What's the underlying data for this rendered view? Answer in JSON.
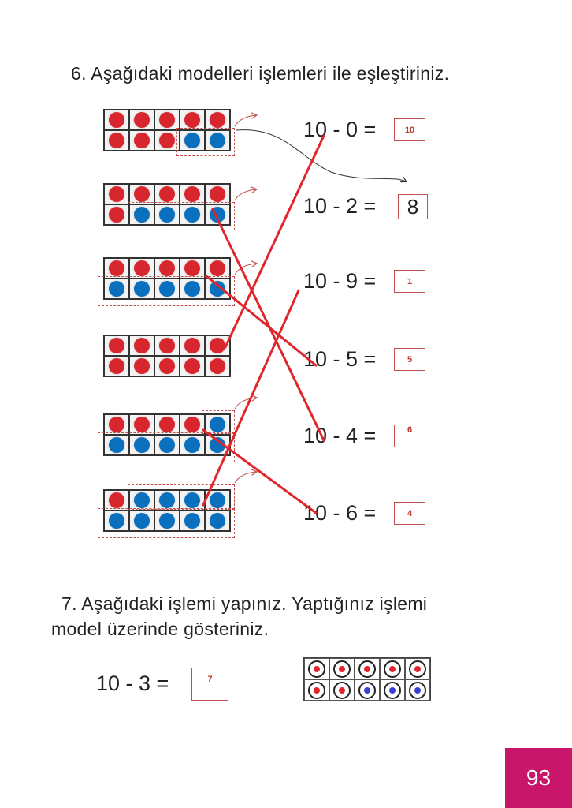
{
  "q6": {
    "title": "6. Aşağıdaki modelleri işlemleri ile eşleştiriniz."
  },
  "colors": {
    "red": "#d7262e",
    "blue": "#0a6fbd",
    "pen": "#e0262b",
    "page": "#c8176a"
  },
  "models": [
    {
      "cells": [
        "r",
        "r",
        "r",
        "r",
        "r",
        "r",
        "r",
        "r",
        "b",
        "b"
      ]
    },
    {
      "cells": [
        "r",
        "r",
        "r",
        "r",
        "r",
        "r",
        "b",
        "b",
        "b",
        "b"
      ]
    },
    {
      "cells": [
        "r",
        "r",
        "r",
        "r",
        "r",
        "b",
        "b",
        "b",
        "b",
        "b"
      ]
    },
    {
      "cells": [
        "r",
        "r",
        "r",
        "r",
        "r",
        "r",
        "r",
        "r",
        "r",
        "r"
      ]
    },
    {
      "cells": [
        "r",
        "r",
        "r",
        "r",
        "b",
        "b",
        "b",
        "b",
        "b",
        "b"
      ]
    },
    {
      "cells": [
        "r",
        "b",
        "b",
        "b",
        "b",
        "b",
        "b",
        "b",
        "b",
        "b"
      ]
    }
  ],
  "equations": [
    {
      "text": "10 - 0 =",
      "answer": "10"
    },
    {
      "text": "10 - 2 =",
      "answer": "8"
    },
    {
      "text": "10 - 9 =",
      "answer": "1"
    },
    {
      "text": "10 - 5 =",
      "answer": "5"
    },
    {
      "text": "10 - 4 =",
      "answer": "6"
    },
    {
      "text": "10 - 6 =",
      "answer": "4"
    }
  ],
  "q7": {
    "line1": "7. Aşağıdaki işlemi yapınız. Yaptığınız işlemi",
    "line2": "model üzerinde gösteriniz.",
    "equation": "10 - 3 =",
    "answer": "7",
    "cells": [
      "r",
      "r",
      "r",
      "r",
      "r",
      "r",
      "r",
      "b",
      "b",
      "b"
    ]
  },
  "page_number": "93"
}
